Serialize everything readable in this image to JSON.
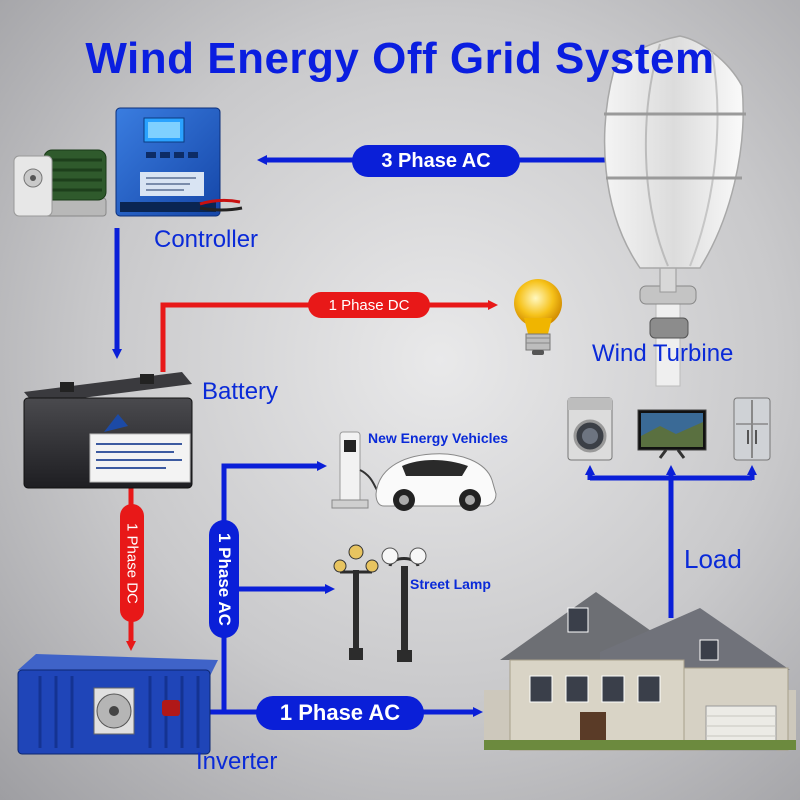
{
  "title": "Wind Energy Off Grid System",
  "labels": {
    "controller": "Controller",
    "battery": "Battery",
    "wind_turbine": "Wind Turbine",
    "inverter": "Inverter",
    "load": "Load",
    "new_energy_vehicles": "New Energy Vehicles",
    "street_lamp": "Street Lamp"
  },
  "flows": {
    "turbine_to_controller": "3  Phase AC",
    "battery_to_bulb": "1 Phase DC",
    "battery_to_inverter": "1 Phase DC",
    "inverter_branch": "1 Phase AC",
    "inverter_to_house": "1 Phase AC"
  },
  "colors": {
    "ac_line": "#0a1fd8",
    "dc_line": "#e81818",
    "label_text": "#0a2ad8",
    "title_text": "#0a1ee0"
  },
  "icons": [
    "controller-device",
    "dump-load-resistor",
    "battery-device",
    "light-bulb",
    "wind-turbine",
    "inverter-device",
    "house",
    "washing-machine",
    "television",
    "refrigerator",
    "ev-charger",
    "electric-car",
    "street-lamp"
  ]
}
